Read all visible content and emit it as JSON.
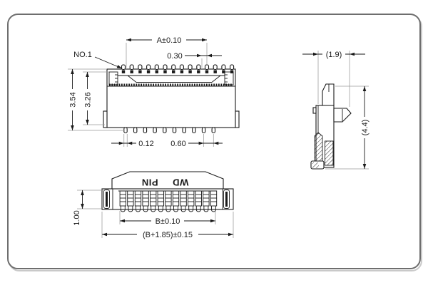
{
  "drawing": {
    "title_hint": "FPC connector dimensional drawing",
    "colors": {
      "line": "#1a1a1a",
      "extension_line": "#9a9a9a",
      "frame": "#6e6e6e"
    },
    "front_view": {
      "pin1_label": "NO.1",
      "dim_top_width": "A±0.10",
      "dim_pin_offset": "0.30",
      "dim_total_height": "3.54",
      "dim_body_height": "3.26",
      "dim_pin_width": "0.12",
      "dim_pin_pitch": "0.60"
    },
    "side_view": {
      "dim_depth": "(1.9)",
      "dim_height": "(4.4)"
    },
    "bottom_view": {
      "dim_body_thickness": "1.00",
      "dim_contact_span": "B±0.10",
      "dim_overall_width": "(B+1.85)±0.15",
      "marking_left": "PIN",
      "marking_right": "WD"
    }
  }
}
